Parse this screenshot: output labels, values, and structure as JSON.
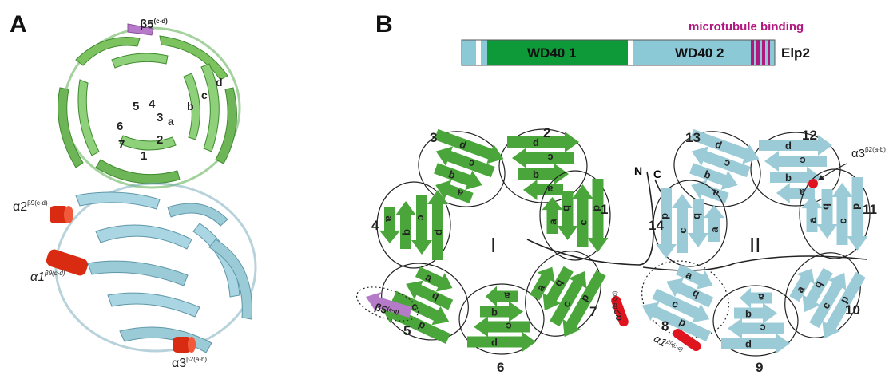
{
  "colors": {
    "green": "#4aa63a",
    "green_dark": "#2f8f2f",
    "green_light": "#8fd07a",
    "cyan": "#9ccbd8",
    "cyan_dark": "#6fa5b6",
    "red": "#e0141e",
    "purple": "#b67bc8",
    "magenta": "#b0177f",
    "domain_green": "#0f9a3a",
    "domain_cyan": "#8cc9d7"
  },
  "panel_a": {
    "letter": "A",
    "beta5_label": "β5",
    "beta5_sup": "(c-d)",
    "blade_numbers": [
      "1",
      "2",
      "3",
      "4",
      "5",
      "6",
      "7"
    ],
    "strand_letters": [
      "a",
      "b",
      "c",
      "d"
    ],
    "alpha2": {
      "label": "α2",
      "sup": "β9(c-d)"
    },
    "alpha1": {
      "label": "α1",
      "sup": "β9(c-d)"
    },
    "alpha3": {
      "label": "α3",
      "sup": "β2(a-b)"
    }
  },
  "panel_b": {
    "letter": "B",
    "domain_bar": {
      "microtubule_label": "microtubule binding",
      "wd1_label": "WD40 1",
      "wd2_label": "WD40 2",
      "protein_label": "Elp2"
    },
    "left_propeller": {
      "roman": "I",
      "blade_numbers": [
        "1",
        "2",
        "3",
        "4",
        "5",
        "6",
        "7"
      ],
      "beta5_label": "β5",
      "beta5_sup": "(c-d)"
    },
    "right_propeller": {
      "roman": "II",
      "blade_numbers": [
        "8",
        "9",
        "10",
        "11",
        "12",
        "13",
        "14"
      ],
      "n_label": "N",
      "c_label": "C",
      "alpha3": {
        "label": "α3",
        "sup": "β2(a-b)"
      },
      "alpha2": {
        "label": "α2",
        "sup": "β9(c-d)"
      },
      "alpha1": {
        "label": "α1",
        "sup": "β9(c-d)"
      }
    },
    "strand_letters": [
      "a",
      "b",
      "c",
      "d"
    ]
  }
}
